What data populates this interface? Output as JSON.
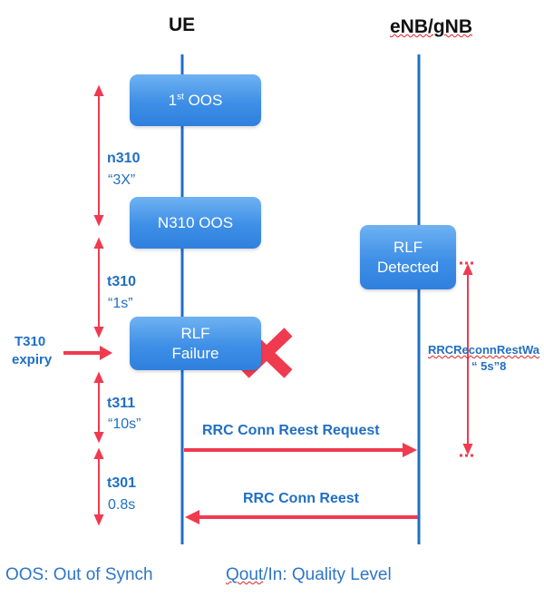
{
  "header": {
    "ue": "UE",
    "enb": "eNB/gNB"
  },
  "boxes": {
    "oos1_main": "1",
    "oos1_sup": "st",
    "oos1_rest": " OOS",
    "n310oos": "N310 OOS",
    "rlf_failure_l1": "RLF",
    "rlf_failure_l2": "Failure",
    "rlf_detected_l1": "RLF",
    "rlf_detected_l2": "Detected"
  },
  "timers": {
    "n310": {
      "name": "n310",
      "value": "“3X”"
    },
    "t310": {
      "name": "t310",
      "value": "“1s”"
    },
    "t311": {
      "name": "t311",
      "value": "“10s”"
    },
    "t301": {
      "name": "t301",
      "value": "0.8s"
    }
  },
  "expiry": {
    "line1": "T310",
    "line2": "expiry"
  },
  "reconn": {
    "name": "RRCReconnRestWa",
    "value": "“ 5s”8"
  },
  "messages": {
    "request": "RRC Conn Reest Request",
    "reest": "RRC Conn Reest"
  },
  "legend": {
    "oos": "OOS: Out of Synch",
    "qout_a": "Qout",
    "qout_b": "/In: Quality Level"
  },
  "colors": {
    "accent_red": "#f03a4f",
    "line_blue": "#1f6fc5",
    "box_blue": "#3e8fe6"
  }
}
